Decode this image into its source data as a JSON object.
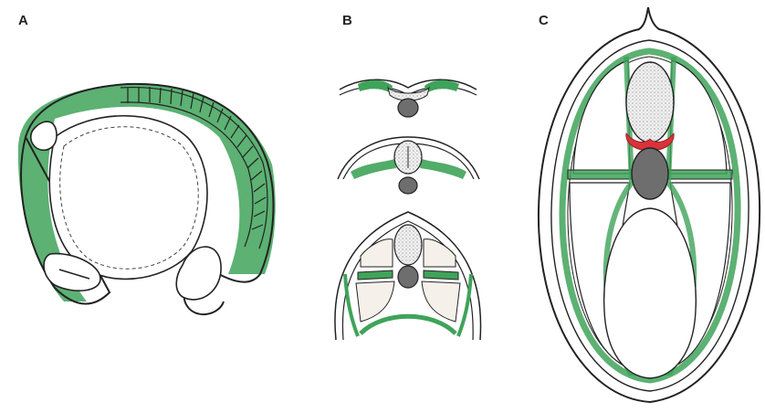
{
  "panels": [
    {
      "id": "A",
      "label": "A"
    },
    {
      "id": "B",
      "label": "B"
    },
    {
      "id": "C",
      "label": "C"
    }
  ],
  "colors": {
    "outline": "#222222",
    "mesoderm": "#3fa35a",
    "mesoderm_light": "#8fd19d",
    "notochord": "#6e6e6e",
    "neural_tube_fill": "#ebebeb",
    "neural_crest": "#d9323a",
    "background": "#ffffff"
  }
}
